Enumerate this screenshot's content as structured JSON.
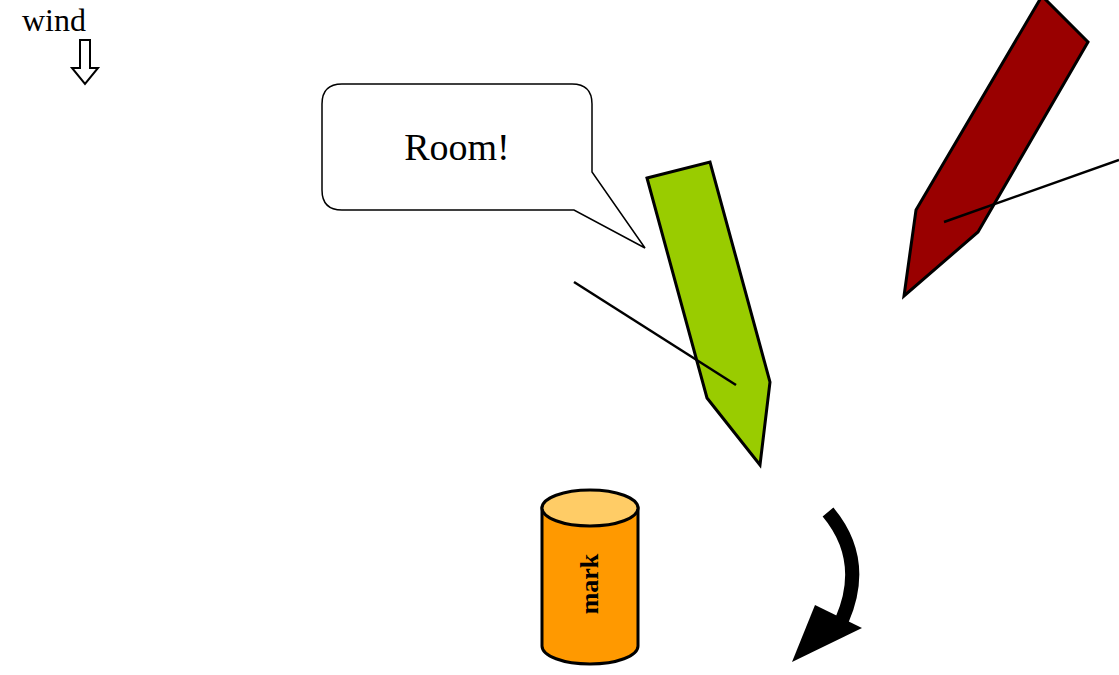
{
  "diagram": {
    "nodes": [
      {
        "text": [
          "Room!"
        ]
      },
      {
        "text": [
          "mark"
        ]
      }
    ],
    "labels": [
      "wind"
    ]
  }
}
